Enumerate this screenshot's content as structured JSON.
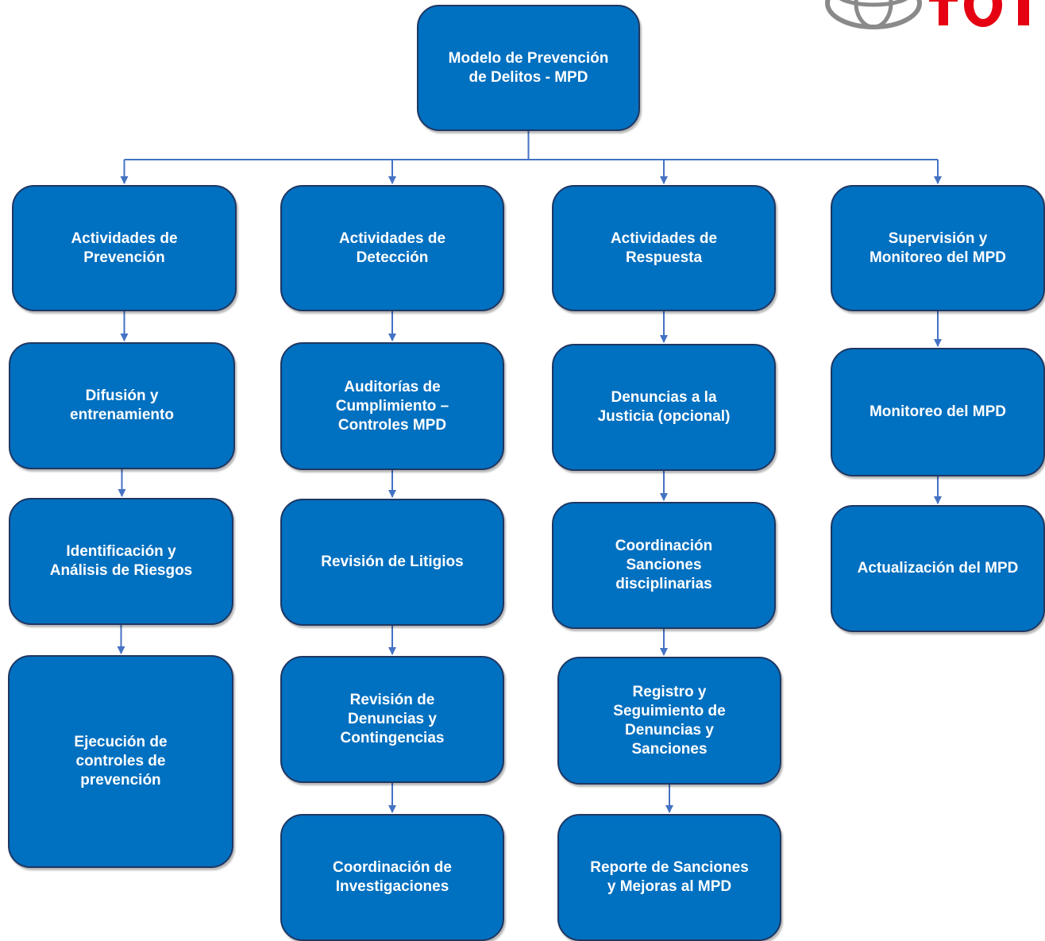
{
  "colors": {
    "box_fill": "#0070c0",
    "box_border": "#1f3763",
    "connector": "#4472c4",
    "box_text": "#ffffff",
    "logo_red": "#e50012"
  },
  "root": {
    "label": "Modelo de Prevención\nde Delitos - MPD"
  },
  "columns": [
    {
      "header": "Actividades de\nPrevención",
      "items": [
        "Difusión y\nentrenamiento",
        "Identificación y\nAnálisis de Riesgos",
        "Ejecución de\ncontroles de\nprevención"
      ]
    },
    {
      "header": "Actividades de\nDetección",
      "items": [
        "Auditorías de\nCumplimiento –\nControles MPD",
        "Revisión de Litigios",
        "Revisión de\nDenuncias y\nContingencias",
        "Coordinación de\nInvestigaciones"
      ]
    },
    {
      "header": "Actividades de\nRespuesta",
      "items": [
        "Denuncias a la\nJusticia (opcional)",
        "Coordinación\nSanciones\ndisciplinarias",
        "Registro y\nSeguimiento de\nDenuncias y\nSanciones",
        "Reporte de Sanciones\ny Mejoras al MPD"
      ]
    },
    {
      "header": "Supervisión y\nMonitoreo del MPD",
      "items": [
        "Monitoreo del MPD",
        "Actualización del MPD"
      ]
    }
  ],
  "logo": {
    "name": "toyota-logo"
  }
}
